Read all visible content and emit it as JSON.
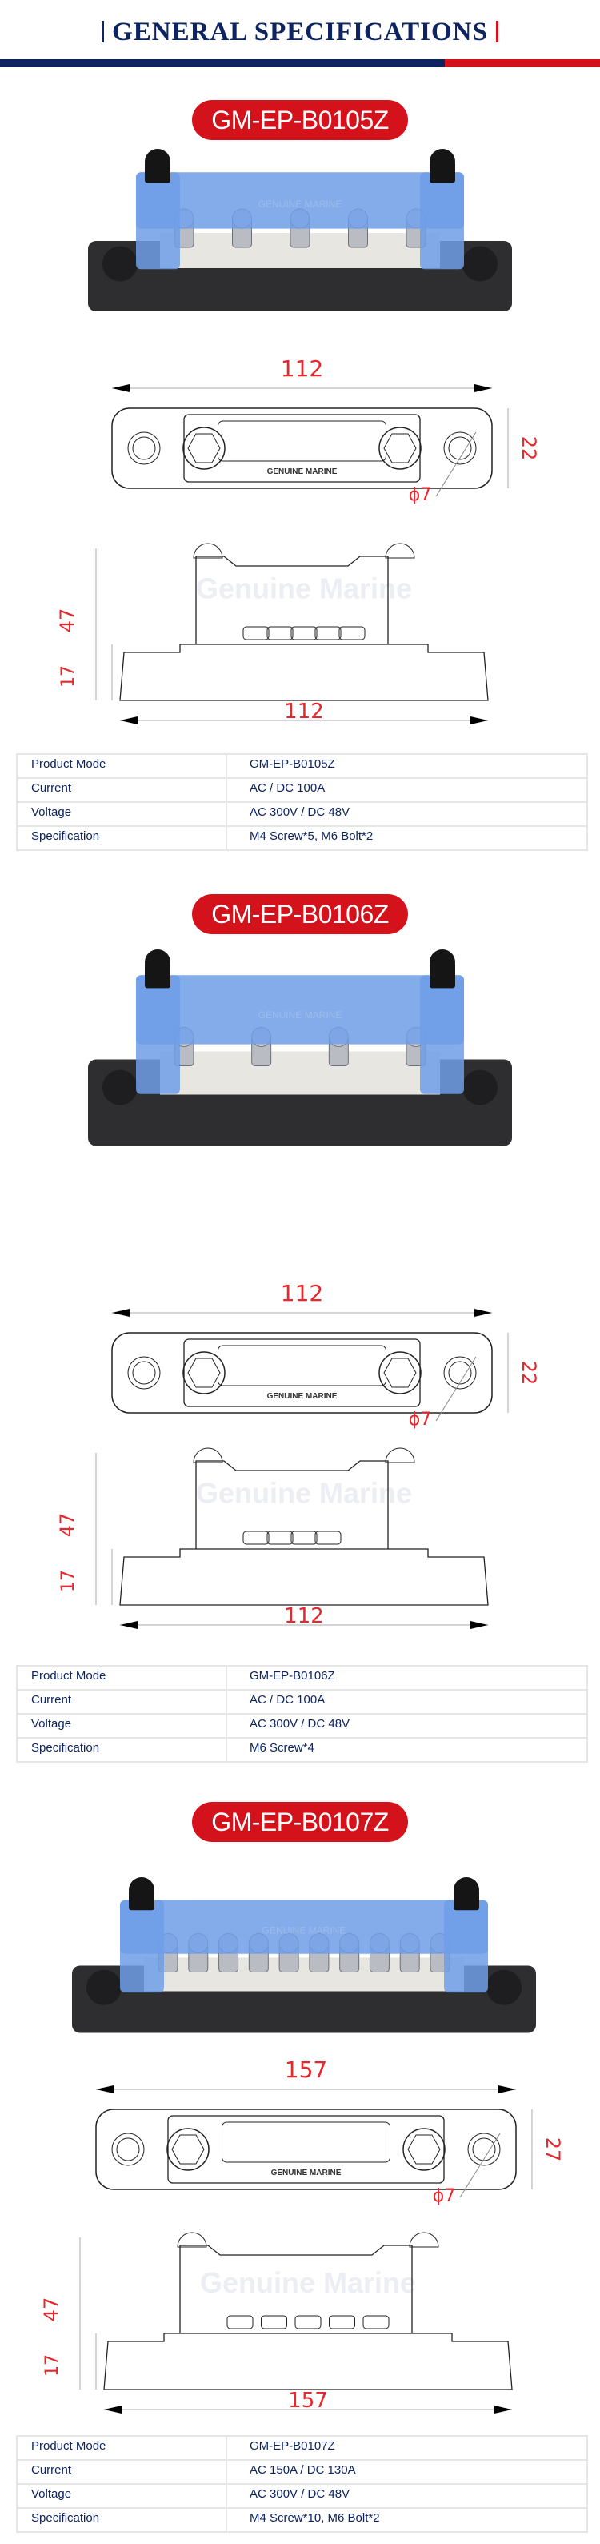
{
  "header": {
    "title": "GENERAL SPECIFICATIONS"
  },
  "colors": {
    "navy": "#0d2461",
    "red": "#d3121c",
    "cover_blue": "#6f9ee8",
    "base": "#2e2e30"
  },
  "drawing_brand": "GENUINE MARINE",
  "watermark": "Genuine Marine",
  "spec_labels": [
    "Product Mode",
    "Current",
    "Voltage",
    "Specification"
  ],
  "products": [
    {
      "model": "GM-EP-B0105Z",
      "dims": {
        "length": "112",
        "width": "22",
        "hole": "ϕ7",
        "height": "47",
        "base_height": "17",
        "base_length": "112"
      },
      "specs": [
        "GM-EP-B0105Z",
        "AC / DC 100A",
        "AC  300V / DC 48V",
        "M4 Screw*5, M6 Bolt*2"
      ]
    },
    {
      "model": "GM-EP-B0106Z",
      "dims": {
        "length": "112",
        "width": "22",
        "hole": "ϕ7",
        "height": "47",
        "base_height": "17",
        "base_length": "112"
      },
      "specs": [
        "GM-EP-B0106Z",
        "AC / DC 100A",
        "AC  300V / DC 48V",
        "M6 Screw*4"
      ]
    },
    {
      "model": "GM-EP-B0107Z",
      "dims": {
        "length": "157",
        "width": "27",
        "hole": "ϕ7",
        "height": "47",
        "base_height": "17",
        "base_length": "157"
      },
      "specs": [
        "GM-EP-B0107Z",
        "AC 150A / DC 130A",
        "AC 300V / DC 48V",
        "M4 Screw*10, M6 Bolt*2"
      ]
    }
  ]
}
